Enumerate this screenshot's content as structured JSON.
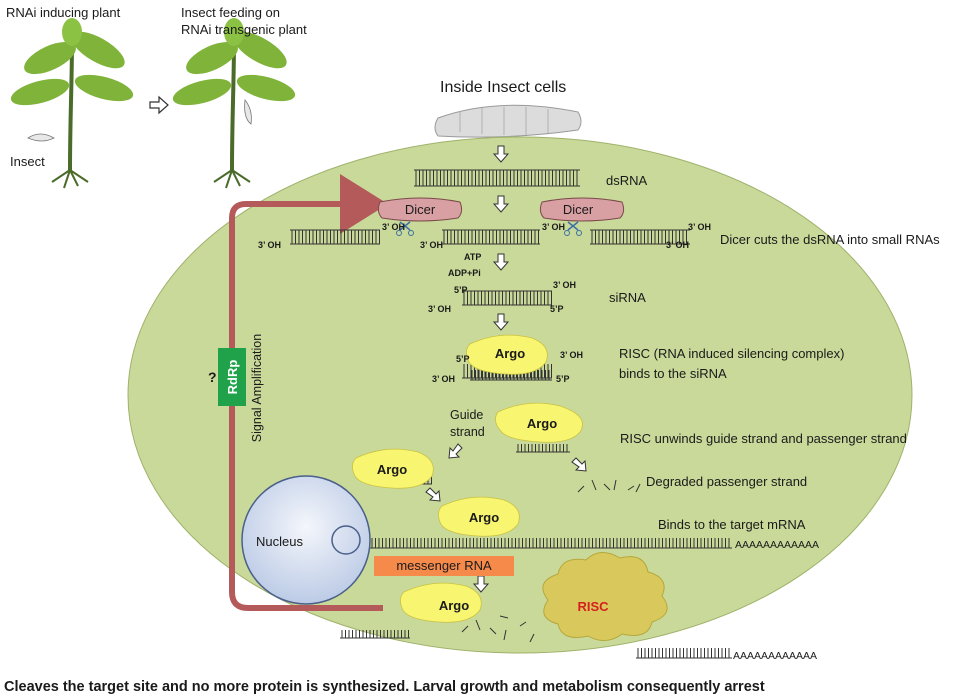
{
  "top": {
    "plant1_label": "RNAi  inducing  plant",
    "plant2_label_line1": "Insect feeding on",
    "plant2_label_line2": "RNAi transgenic plant",
    "insect_label": "Insect",
    "inside_label": "Inside Insect cells"
  },
  "steps": {
    "dsrna": "dsRNA",
    "dicer": "Dicer",
    "dicer_cuts": "Dicer cuts the dsRNA  into small RNAs",
    "sirna": "siRNA",
    "risc1_line1": "RISC (RNA induced silencing complex)",
    "risc1_line2": "binds to the siRNA",
    "guide_line1": "Guide",
    "guide_line2": "strand",
    "unwinds": "RISC unwinds guide strand and passenger strand",
    "degraded": "Degraded passenger strand",
    "binds_target": "Binds to the target mRNA",
    "argo": "Argo",
    "nucleus": "Nucleus",
    "messenger": "messenger RNA",
    "risc_cloud": "RISC",
    "rdrp": "RdRp",
    "signal": "Signal Amplification",
    "question": "?",
    "polyA": "AAAAAAAAAAAA"
  },
  "chem": {
    "oh3": "3’ OH",
    "p5": "5’P",
    "atp": "ATP",
    "adp": "ADP+Pi"
  },
  "caption": "Cleaves the target site and no more protein is synthesized. Larval growth and metabolism consequently arrest",
  "colors": {
    "cell": "#c9d99a",
    "argo": "#f8f571",
    "dicer": "#d9a0a4",
    "rdrp": "#1fa24a",
    "messenger": "#f58a4b",
    "arrow_line": "#b55a5a",
    "risc_cloud": "#d9c95c"
  }
}
